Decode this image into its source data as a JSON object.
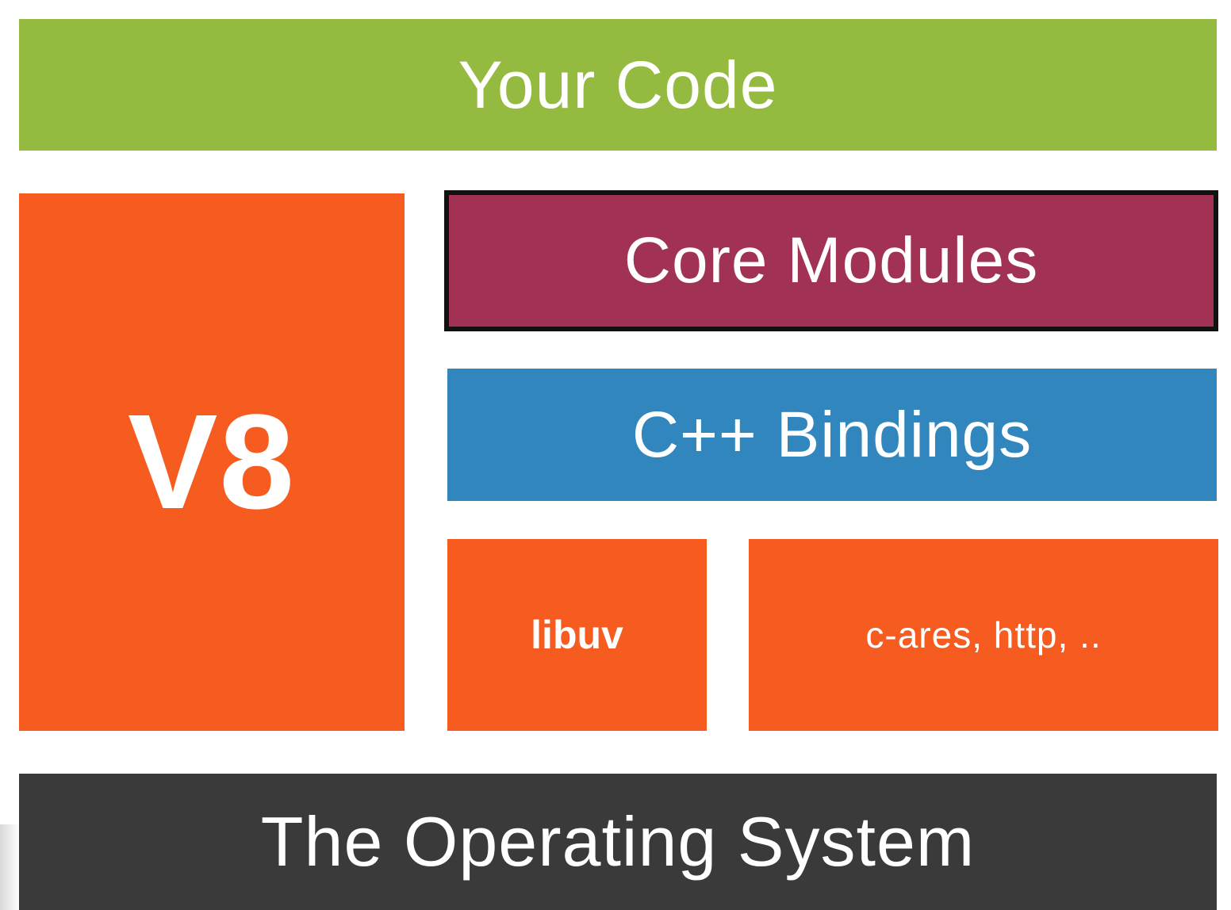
{
  "layers": {
    "your_code": {
      "label": "Your Code",
      "color": "#94ba40"
    },
    "v8": {
      "label": "V8",
      "color": "#f65b1f"
    },
    "core_modules": {
      "label": "Core Modules",
      "color": "#a23253",
      "border_color": "#111111"
    },
    "cpp_bindings": {
      "label": "C++ Bindings",
      "color": "#3187bd"
    },
    "libuv": {
      "label": "libuv",
      "color": "#f65b1f"
    },
    "others": {
      "label": "c-ares, http, ..",
      "color": "#f65b1f"
    },
    "operating_system": {
      "label": "The Operating System",
      "color": "#3a3a3a"
    }
  }
}
